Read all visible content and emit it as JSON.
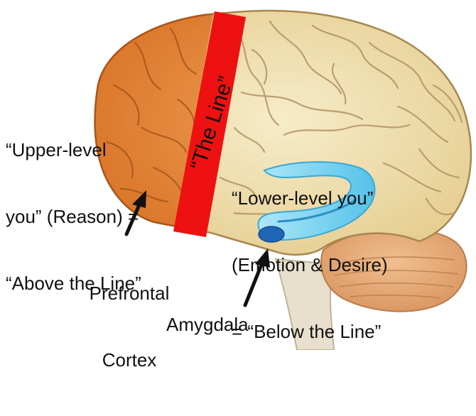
{
  "labels": {
    "the_line": "“The Line”",
    "upper": {
      "line1": "“Upper-level",
      "line2": "you” (Reason) =",
      "line3": "“Above the Line”"
    },
    "lower": {
      "line1": "“Lower-level you”",
      "line2": "(Emotion & Desire)",
      "line3": "= “Below the Line”"
    },
    "prefrontal": {
      "line1": "Prefrontal",
      "line2": "Cortex"
    },
    "amygdala": "Amygdala"
  },
  "colors": {
    "prefrontal_fill": "#e9883a",
    "brain_fill": "#f1dfab",
    "sulci": "#b99a68",
    "cerebellum": "#e6a877",
    "brainstem": "#e4dcc9",
    "limbic": "#7fd3f0",
    "amygdala": "#1f6fbf",
    "line_bar": "#ee1111",
    "arrow": "#111111"
  }
}
